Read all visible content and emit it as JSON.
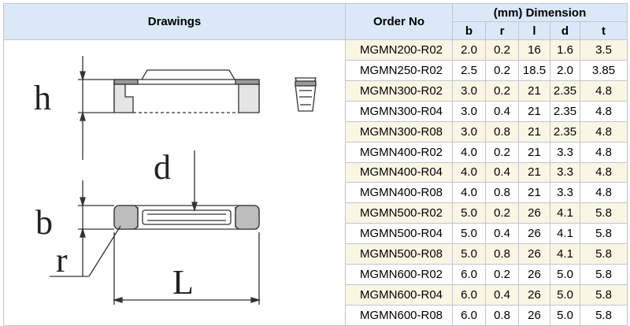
{
  "header": {
    "drawings": "Drawings",
    "order_no": "Order No",
    "dimension": "(mm) Dimension",
    "cols": [
      "b",
      "r",
      "l",
      "d",
      "t"
    ]
  },
  "drawing_labels": {
    "h": "h",
    "d": "d",
    "b": "b",
    "r": "r",
    "L": "L"
  },
  "rows": [
    {
      "order": "MGMN200-R02",
      "b": "2.0",
      "r": "0.2",
      "l": "16",
      "d": "1.6",
      "t": "3.5"
    },
    {
      "order": "MGMN250-R02",
      "b": "2.5",
      "r": "0.2",
      "l": "18.5",
      "d": "2.0",
      "t": "3.85"
    },
    {
      "order": "MGMN300-R02",
      "b": "3.0",
      "r": "0.2",
      "l": "21",
      "d": "2.35",
      "t": "4.8"
    },
    {
      "order": "MGMN300-R04",
      "b": "3.0",
      "r": "0.4",
      "l": "21",
      "d": "2.35",
      "t": "4.8"
    },
    {
      "order": "MGMN300-R08",
      "b": "3.0",
      "r": "0.8",
      "l": "21",
      "d": "2.35",
      "t": "4.8"
    },
    {
      "order": "MGMN400-R02",
      "b": "4.0",
      "r": "0.2",
      "l": "21",
      "d": "3.3",
      "t": "4.8"
    },
    {
      "order": "MGMN400-R04",
      "b": "4.0",
      "r": "0.4",
      "l": "21",
      "d": "3.3",
      "t": "4.8"
    },
    {
      "order": "MGMN400-R08",
      "b": "4.0",
      "r": "0.8",
      "l": "21",
      "d": "3.3",
      "t": "4.8"
    },
    {
      "order": "MGMN500-R02",
      "b": "5.0",
      "r": "0.2",
      "l": "26",
      "d": "4.1",
      "t": "5.8"
    },
    {
      "order": "MGMN500-R04",
      "b": "5.0",
      "r": "0.4",
      "l": "26",
      "d": "4.1",
      "t": "5.8"
    },
    {
      "order": "MGMN500-R08",
      "b": "5.0",
      "r": "0.8",
      "l": "26",
      "d": "4.1",
      "t": "5.8"
    },
    {
      "order": "MGMN600-R02",
      "b": "6.0",
      "r": "0.2",
      "l": "26",
      "d": "5.0",
      "t": "5.8"
    },
    {
      "order": "MGMN600-R04",
      "b": "6.0",
      "r": "0.4",
      "l": "26",
      "d": "5.0",
      "t": "5.8"
    },
    {
      "order": "MGMN600-R08",
      "b": "6.0",
      "r": "0.8",
      "l": "26",
      "d": "5.0",
      "t": "5.8"
    }
  ]
}
